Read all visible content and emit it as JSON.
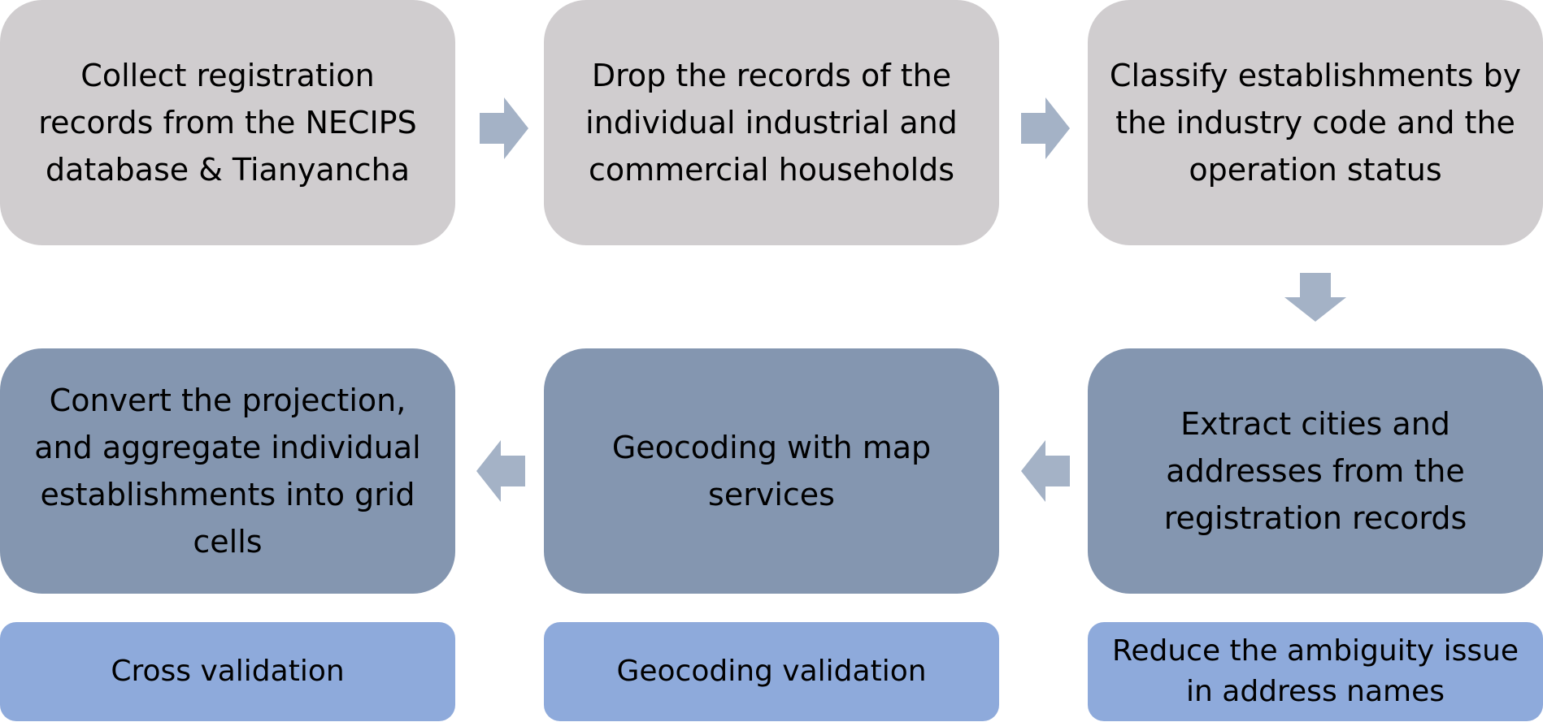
{
  "colors": {
    "top_step_fill": "#d0cdcf",
    "bottom_step_fill": "#8496b0",
    "note_fill": "#8eaadb",
    "arrow_fill": "#a4b2c6"
  },
  "steps": [
    {
      "text": "Collect registration records from the NECIPS database & Tianyancha"
    },
    {
      "text": "Drop the records of the individual industrial and commercial households"
    },
    {
      "text": "Classify establishments by the industry code and the operation status"
    },
    {
      "text": "Extract cities and addresses from the registration records"
    },
    {
      "text": "Geocoding with map services"
    },
    {
      "text": "Convert the projection, and aggregate individual establishments into grid cells"
    }
  ],
  "notes": [
    {
      "text": "Cross validation"
    },
    {
      "text": "Geocoding validation"
    },
    {
      "text": "Reduce the ambiguity issue in address names"
    }
  ],
  "arrows": [
    {
      "icon": "arrow-right-icon"
    },
    {
      "icon": "arrow-right-icon"
    },
    {
      "icon": "arrow-down-icon"
    },
    {
      "icon": "arrow-left-icon"
    },
    {
      "icon": "arrow-left-icon"
    }
  ]
}
